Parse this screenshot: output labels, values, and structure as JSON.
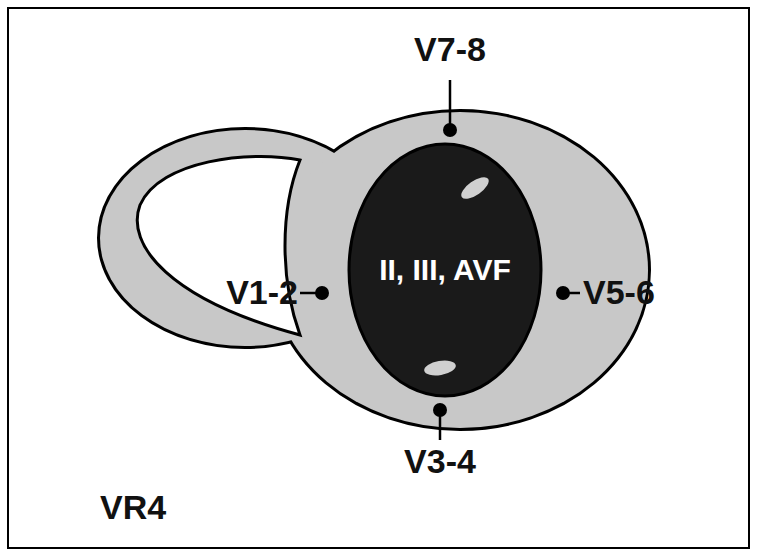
{
  "diagram": {
    "nodes": [
      {
        "text": [
          "II, III, AVF"
        ]
      }
    ],
    "labels": [
      "V7-8",
      "V1-2",
      "V5-6",
      "V3-4",
      "VR4"
    ]
  }
}
